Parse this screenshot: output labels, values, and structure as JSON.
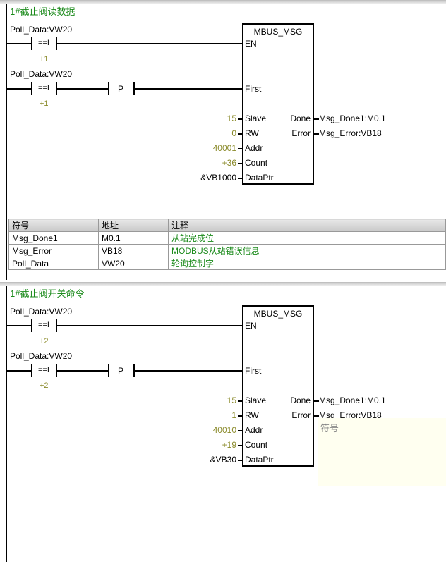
{
  "networks": [
    {
      "title": "1#截止阀读数据",
      "contact1": {
        "operand": "Poll_Data:VW20",
        "op": "==I",
        "compare": "+1"
      },
      "contact2": {
        "operand": "Poll_Data:VW20",
        "op": "==I",
        "compare": "+1",
        "edge": "P"
      },
      "block": {
        "name": "MBUS_MSG",
        "en": "EN",
        "first": "First",
        "inputs": [
          {
            "pin": "Slave",
            "value": "15"
          },
          {
            "pin": "RW",
            "value": "0"
          },
          {
            "pin": "Addr",
            "value": "40001"
          },
          {
            "pin": "Count",
            "value": "+36"
          },
          {
            "pin": "DataPtr",
            "value": "&VB1000"
          }
        ],
        "outputs": [
          {
            "pin": "Done",
            "value": "Msg_Done1:M0.1"
          },
          {
            "pin": "Error",
            "value": "Msg_Error:VB18"
          }
        ]
      }
    },
    {
      "title": "1#截止阀开关命令",
      "contact1": {
        "operand": "Poll_Data:VW20",
        "op": "==I",
        "compare": "+2"
      },
      "contact2": {
        "operand": "Poll_Data:VW20",
        "op": "==I",
        "compare": "+2",
        "edge": "P"
      },
      "block": {
        "name": "MBUS_MSG",
        "en": "EN",
        "first": "First",
        "inputs": [
          {
            "pin": "Slave",
            "value": "15"
          },
          {
            "pin": "RW",
            "value": "1"
          },
          {
            "pin": "Addr",
            "value": "40010"
          },
          {
            "pin": "Count",
            "value": "+19"
          },
          {
            "pin": "DataPtr",
            "value": "&VB30"
          }
        ],
        "outputs": [
          {
            "pin": "Done",
            "value": "Msg_Done1:M0.1"
          },
          {
            "pin": "Error",
            "value": "Msg_Error:VB18"
          }
        ]
      }
    }
  ],
  "symbol_table": {
    "headers": [
      "符号",
      "地址",
      "注释"
    ],
    "rows": [
      [
        "Msg_Done1",
        "M0.1",
        "从站完成位"
      ],
      [
        "Msg_Error",
        "VB18",
        "MODBUS从站错误信息"
      ],
      [
        "Poll_Data",
        "VW20",
        "轮询控制字"
      ]
    ]
  },
  "tooltip": "符号"
}
